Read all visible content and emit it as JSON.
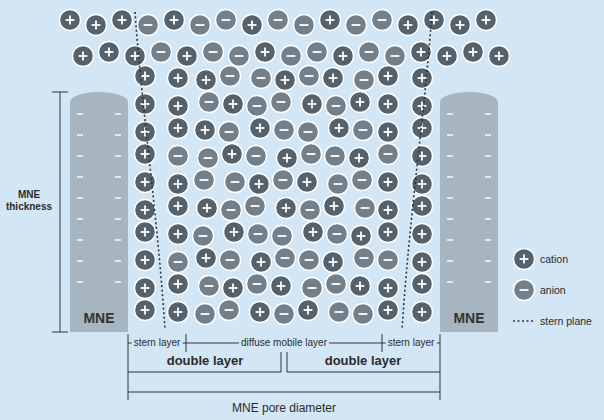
{
  "diagram": {
    "nodes": [
      {
        "text": [
          "MNE"
        ]
      },
      {
        "text": [
          "MNE"
        ]
      }
    ],
    "labels": [
      "MNE thickness",
      "stern layer",
      "diffuse mobile layer",
      "stern layer",
      "double layer",
      "double layer",
      "MNE pore diameter"
    ],
    "legend": [
      {
        "text": "cation"
      },
      {
        "text": "anion"
      },
      {
        "text": "stern plane"
      }
    ]
  }
}
